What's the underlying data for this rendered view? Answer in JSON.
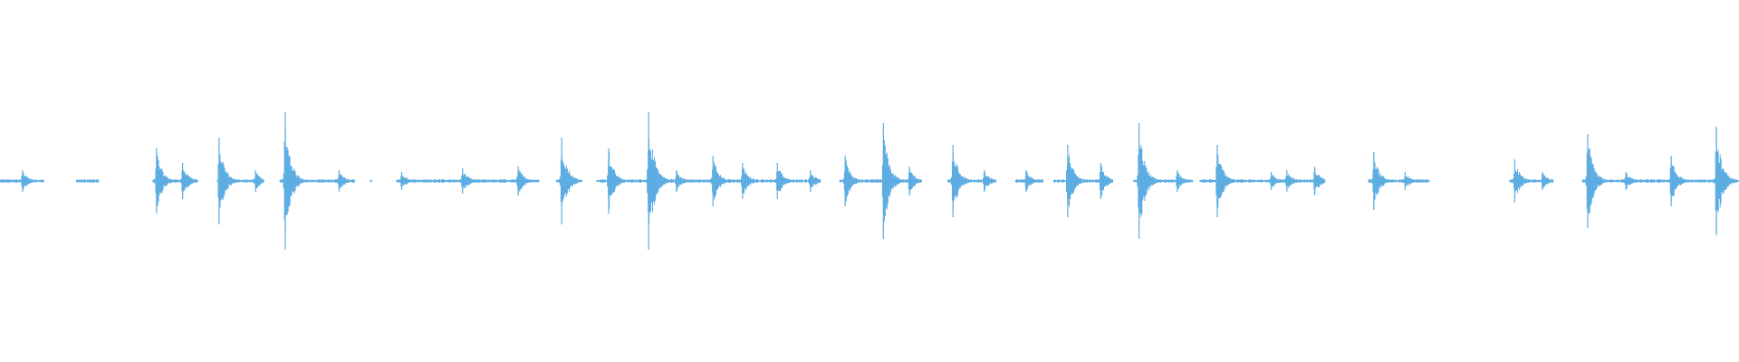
{
  "waveform": {
    "color": "#5DADE2",
    "segments": [
      {
        "start": 0.0,
        "end": 0.025,
        "bursts": [
          {
            "at": 0.013,
            "peak": 0.06
          }
        ]
      },
      {
        "start": 0.044,
        "end": 0.057,
        "bursts": []
      },
      {
        "start": 0.088,
        "end": 0.114,
        "bursts": [
          {
            "at": 0.09,
            "peak": 0.18
          },
          {
            "at": 0.105,
            "peak": 0.1
          }
        ]
      },
      {
        "start": 0.125,
        "end": 0.152,
        "bursts": [
          {
            "at": 0.126,
            "peak": 0.24
          },
          {
            "at": 0.147,
            "peak": 0.06
          }
        ]
      },
      {
        "start": 0.161,
        "end": 0.204,
        "bursts": [
          {
            "at": 0.164,
            "peak": 0.38
          },
          {
            "at": 0.195,
            "peak": 0.06
          }
        ]
      },
      {
        "start": 0.213,
        "end": 0.214,
        "bursts": []
      },
      {
        "start": 0.228,
        "end": 0.31,
        "bursts": [
          {
            "at": 0.231,
            "peak": 0.05
          },
          {
            "at": 0.266,
            "peak": 0.07
          },
          {
            "at": 0.298,
            "peak": 0.08
          }
        ]
      },
      {
        "start": 0.32,
        "end": 0.335,
        "bursts": [
          {
            "at": 0.323,
            "peak": 0.24
          }
        ]
      },
      {
        "start": 0.343,
        "end": 0.472,
        "bursts": [
          {
            "at": 0.35,
            "peak": 0.18
          },
          {
            "at": 0.373,
            "peak": 0.38
          },
          {
            "at": 0.389,
            "peak": 0.06
          },
          {
            "at": 0.41,
            "peak": 0.14
          },
          {
            "at": 0.427,
            "peak": 0.1
          },
          {
            "at": 0.447,
            "peak": 0.1
          },
          {
            "at": 0.466,
            "peak": 0.06
          }
        ]
      },
      {
        "start": 0.483,
        "end": 0.53,
        "bursts": [
          {
            "at": 0.486,
            "peak": 0.14
          },
          {
            "at": 0.508,
            "peak": 0.32
          },
          {
            "at": 0.523,
            "peak": 0.08
          }
        ]
      },
      {
        "start": 0.545,
        "end": 0.573,
        "bursts": [
          {
            "at": 0.548,
            "peak": 0.2
          },
          {
            "at": 0.566,
            "peak": 0.06
          }
        ]
      },
      {
        "start": 0.584,
        "end": 0.6,
        "bursts": [
          {
            "at": 0.59,
            "peak": 0.06
          }
        ]
      },
      {
        "start": 0.606,
        "end": 0.64,
        "bursts": [
          {
            "at": 0.614,
            "peak": 0.2
          },
          {
            "at": 0.633,
            "peak": 0.1
          }
        ]
      },
      {
        "start": 0.652,
        "end": 0.686,
        "bursts": [
          {
            "at": 0.655,
            "peak": 0.32
          },
          {
            "at": 0.677,
            "peak": 0.06
          }
        ]
      },
      {
        "start": 0.69,
        "end": 0.762,
        "bursts": [
          {
            "at": 0.7,
            "peak": 0.2
          },
          {
            "at": 0.731,
            "peak": 0.05
          },
          {
            "at": 0.74,
            "peak": 0.06
          },
          {
            "at": 0.756,
            "peak": 0.08
          }
        ]
      },
      {
        "start": 0.787,
        "end": 0.822,
        "bursts": [
          {
            "at": 0.79,
            "peak": 0.16
          },
          {
            "at": 0.808,
            "peak": 0.05
          }
        ]
      },
      {
        "start": 0.868,
        "end": 0.893,
        "bursts": [
          {
            "at": 0.871,
            "peak": 0.12
          },
          {
            "at": 0.887,
            "peak": 0.05
          }
        ]
      },
      {
        "start": 0.91,
        "end": 1.0,
        "bursts": [
          {
            "at": 0.913,
            "peak": 0.26
          },
          {
            "at": 0.935,
            "peak": 0.05
          },
          {
            "at": 0.961,
            "peak": 0.14
          },
          {
            "at": 0.987,
            "peak": 0.3
          }
        ]
      }
    ]
  }
}
